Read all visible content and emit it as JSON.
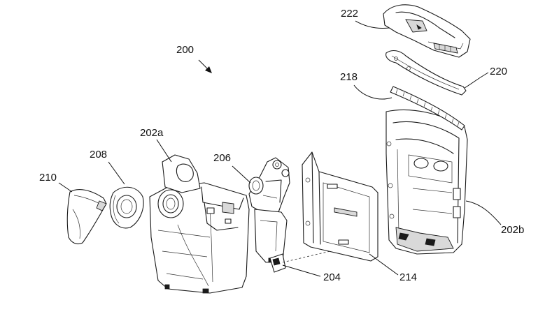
{
  "labels": {
    "assembly": "200",
    "housing_front": "202a",
    "housing_rear": "202b",
    "part_204": "204",
    "part_206": "206",
    "part_208": "208",
    "part_210": "210",
    "part_214": "214",
    "part_218": "218",
    "part_220": "220",
    "part_222": "222"
  }
}
